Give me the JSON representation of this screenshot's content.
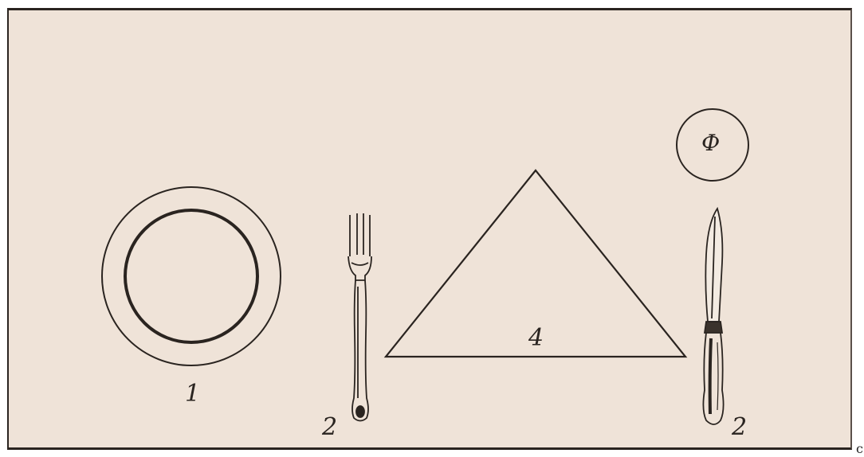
{
  "labels": {
    "plate": "1",
    "fork": "2",
    "napkin": "4",
    "knife": "2",
    "glass": "Ф"
  },
  "corner_text": "c",
  "colors": {
    "paper": "#efe3d8",
    "ink": "#2a2420"
  }
}
